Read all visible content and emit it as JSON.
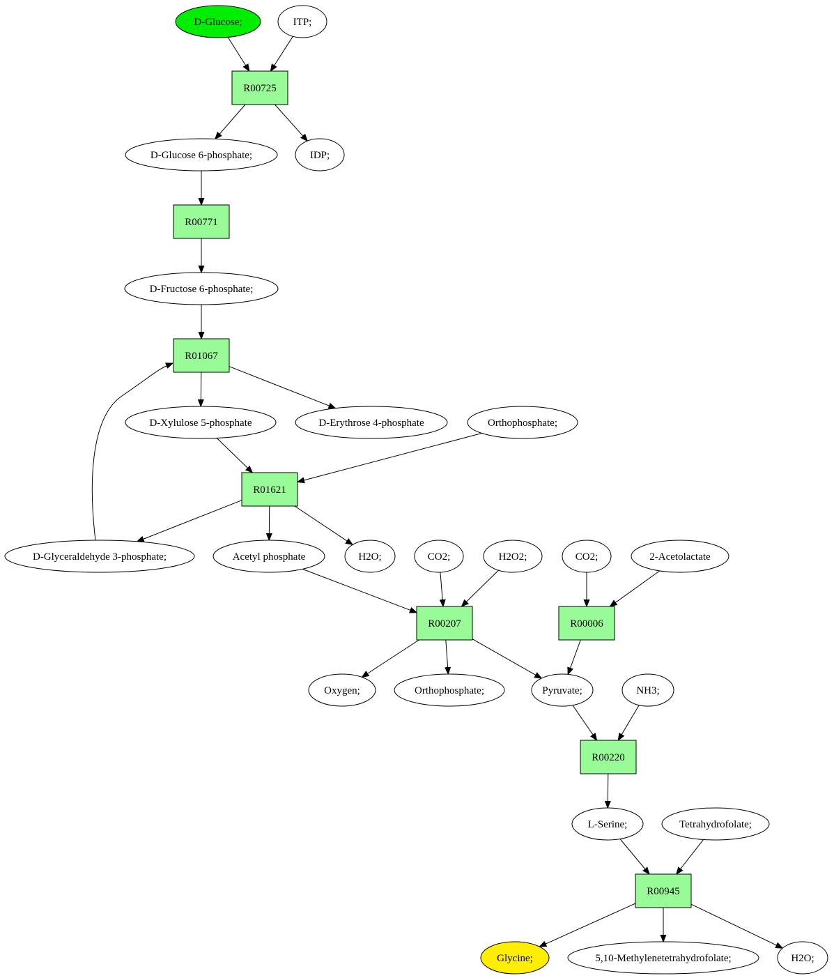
{
  "colors": {
    "reaction_fill": "#98fb98",
    "metabolite_fill": "#ffffff",
    "start_fill": "#00ee00",
    "target_fill": "#ffee00"
  },
  "nodes": {
    "d_glucose": {
      "label": "D-Glucose;",
      "kind": "metabolite-start"
    },
    "itp": {
      "label": "ITP;",
      "kind": "metabolite"
    },
    "r00725": {
      "label": "R00725",
      "kind": "reaction"
    },
    "d_glucose_6p": {
      "label": "D-Glucose 6-phosphate;",
      "kind": "metabolite"
    },
    "idp": {
      "label": "IDP;",
      "kind": "metabolite"
    },
    "r00771": {
      "label": "R00771",
      "kind": "reaction"
    },
    "d_fructose_6p": {
      "label": "D-Fructose 6-phosphate;",
      "kind": "metabolite"
    },
    "r01067": {
      "label": "R01067",
      "kind": "reaction"
    },
    "d_xylulose_5p": {
      "label": "D-Xylulose 5-phosphate",
      "kind": "metabolite"
    },
    "d_erythrose_4p": {
      "label": "D-Erythrose 4-phosphate",
      "kind": "metabolite"
    },
    "orthophosphate_1": {
      "label": "Orthophosphate;",
      "kind": "metabolite"
    },
    "r01621": {
      "label": "R01621",
      "kind": "reaction"
    },
    "d_glyceraldehyde_3p": {
      "label": "D-Glyceraldehyde 3-phosphate;",
      "kind": "metabolite"
    },
    "acetyl_phosphate": {
      "label": "Acetyl phosphate",
      "kind": "metabolite"
    },
    "h2o_1": {
      "label": "H2O;",
      "kind": "metabolite"
    },
    "co2_1": {
      "label": "CO2;",
      "kind": "metabolite"
    },
    "h2o2": {
      "label": "H2O2;",
      "kind": "metabolite"
    },
    "co2_2": {
      "label": "CO2;",
      "kind": "metabolite"
    },
    "acetolactate": {
      "label": "2-Acetolactate",
      "kind": "metabolite"
    },
    "r00207": {
      "label": "R00207",
      "kind": "reaction"
    },
    "r00006": {
      "label": "R00006",
      "kind": "reaction"
    },
    "oxygen": {
      "label": "Oxygen;",
      "kind": "metabolite"
    },
    "orthophosphate_2": {
      "label": "Orthophosphate;",
      "kind": "metabolite"
    },
    "pyruvate": {
      "label": "Pyruvate;",
      "kind": "metabolite"
    },
    "nh3": {
      "label": "NH3;",
      "kind": "metabolite"
    },
    "r00220": {
      "label": "R00220",
      "kind": "reaction"
    },
    "l_serine": {
      "label": "L-Serine;",
      "kind": "metabolite"
    },
    "tetrahydrofolate": {
      "label": "Tetrahydrofolate;",
      "kind": "metabolite"
    },
    "r00945": {
      "label": "R00945",
      "kind": "reaction"
    },
    "glycine": {
      "label": "Glycine;",
      "kind": "metabolite-target"
    },
    "methylene_thf": {
      "label": "5,10-Methylenetetrahydrofolate;",
      "kind": "metabolite"
    },
    "h2o_2": {
      "label": "H2O;",
      "kind": "metabolite"
    }
  },
  "edges": [
    {
      "from": "d_glucose",
      "to": "r00725"
    },
    {
      "from": "itp",
      "to": "r00725"
    },
    {
      "from": "r00725",
      "to": "d_glucose_6p"
    },
    {
      "from": "r00725",
      "to": "idp"
    },
    {
      "from": "d_glucose_6p",
      "to": "r00771"
    },
    {
      "from": "r00771",
      "to": "d_fructose_6p"
    },
    {
      "from": "d_fructose_6p",
      "to": "r01067"
    },
    {
      "from": "r01067",
      "to": "d_xylulose_5p"
    },
    {
      "from": "r01067",
      "to": "d_erythrose_4p"
    },
    {
      "from": "d_glyceraldehyde_3p",
      "to": "r01067"
    },
    {
      "from": "d_xylulose_5p",
      "to": "r01621"
    },
    {
      "from": "orthophosphate_1",
      "to": "r01621"
    },
    {
      "from": "r01621",
      "to": "d_glyceraldehyde_3p"
    },
    {
      "from": "r01621",
      "to": "acetyl_phosphate"
    },
    {
      "from": "r01621",
      "to": "h2o_1"
    },
    {
      "from": "acetyl_phosphate",
      "to": "r00207"
    },
    {
      "from": "co2_1",
      "to": "r00207"
    },
    {
      "from": "h2o2",
      "to": "r00207"
    },
    {
      "from": "co2_2",
      "to": "r00006"
    },
    {
      "from": "acetolactate",
      "to": "r00006"
    },
    {
      "from": "r00207",
      "to": "oxygen"
    },
    {
      "from": "r00207",
      "to": "orthophosphate_2"
    },
    {
      "from": "r00207",
      "to": "pyruvate"
    },
    {
      "from": "r00006",
      "to": "pyruvate"
    },
    {
      "from": "pyruvate",
      "to": "r00220"
    },
    {
      "from": "nh3",
      "to": "r00220"
    },
    {
      "from": "r00220",
      "to": "l_serine"
    },
    {
      "from": "l_serine",
      "to": "r00945"
    },
    {
      "from": "tetrahydrofolate",
      "to": "r00945"
    },
    {
      "from": "r00945",
      "to": "glycine"
    },
    {
      "from": "r00945",
      "to": "methylene_thf"
    },
    {
      "from": "r00945",
      "to": "h2o_2"
    }
  ]
}
